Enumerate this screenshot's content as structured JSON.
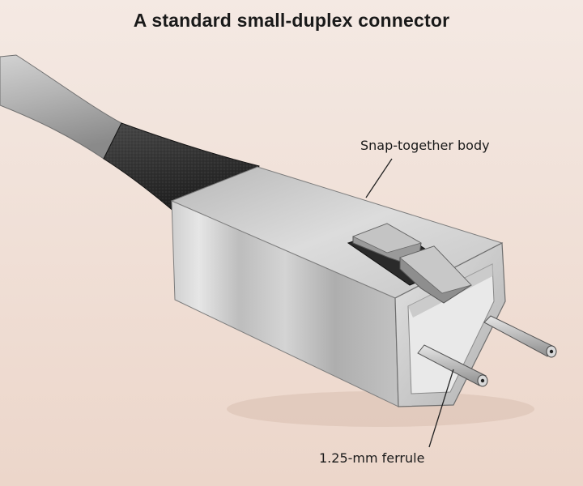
{
  "figure": {
    "title": "A standard small-duplex connector",
    "callouts": {
      "body": "Snap-together body",
      "ferrule": "1.25-mm ferrule"
    }
  },
  "colors": {
    "background_top": "#f2e6df",
    "background_bottom": "#ead3c7",
    "cable": "#a9a9a9",
    "boot": "#2e2e2e",
    "housing_light": "#d6d6d6",
    "housing_dark": "#9c9c9c",
    "text": "#1a1a1a"
  }
}
